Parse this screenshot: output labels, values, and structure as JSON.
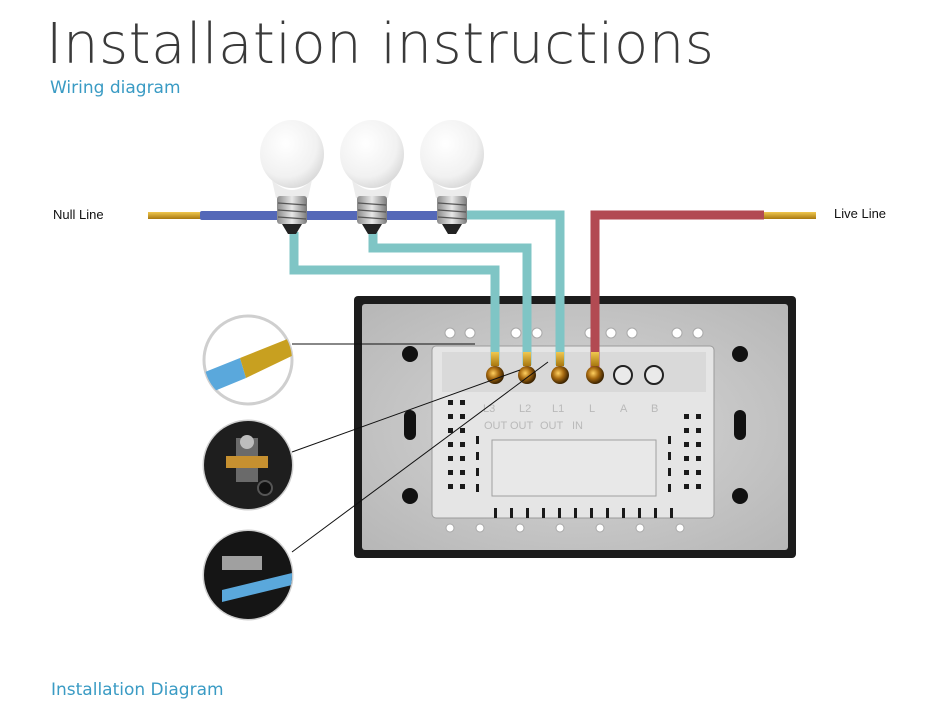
{
  "page": {
    "title": "Installation instructions",
    "subtitle": "Wiring diagram",
    "footer": "Installation Diagram"
  },
  "labels": {
    "null_line": "Null Line",
    "live_line": "Live Line"
  },
  "terminals": [
    "L3",
    "L2",
    "L1",
    "L",
    "A",
    "B"
  ],
  "terminal_groups": [
    "OUT",
    "OUT",
    "OUT",
    "IN"
  ],
  "colors": {
    "null_wire": "#5468b8",
    "load_wire": "#7fc5c5",
    "live_wire": "#b24a52",
    "copper": "#d4a020",
    "accent_text": "#3a9bc4",
    "panel_frame": "#1c1c1c",
    "panel_body": "#c9c9c9"
  },
  "icons": [
    "light-bulb-icon",
    "wire-end-icon",
    "screw-terminal-icon",
    "wire-insert-icon"
  ]
}
